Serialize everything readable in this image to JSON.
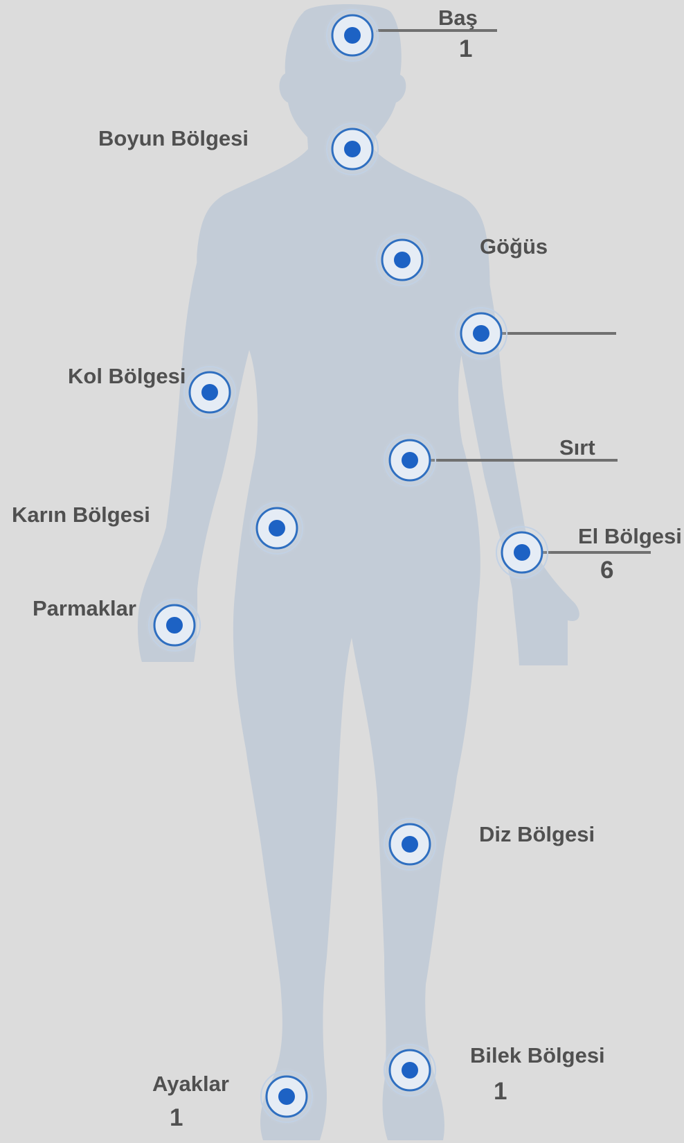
{
  "colors": {
    "background": "#dcdcdc",
    "silhouette": "#c3ccd7",
    "marker_ring": "#2f6fc0",
    "marker_dot": "#1d62c4",
    "label_text": "#505050",
    "leader_line": "#707070"
  },
  "regions": {
    "head": {
      "label": "Baş",
      "count": "1"
    },
    "neck": {
      "label": "Boyun Bölgesi"
    },
    "chest": {
      "label": "Göğüs"
    },
    "upper_arm_right": {
      "label": ""
    },
    "arm": {
      "label": "Kol Bölgesi"
    },
    "back": {
      "label": "Sırt"
    },
    "abdomen": {
      "label": "Karın Bölgesi"
    },
    "hand": {
      "label": "El Bölgesi",
      "count": "6"
    },
    "fingers": {
      "label": "Parmaklar"
    },
    "knee": {
      "label": "Diz Bölgesi"
    },
    "ankle": {
      "label": "Bilek Bölgesi",
      "count": "1"
    },
    "feet": {
      "label": "Ayaklar",
      "count": "1"
    }
  }
}
